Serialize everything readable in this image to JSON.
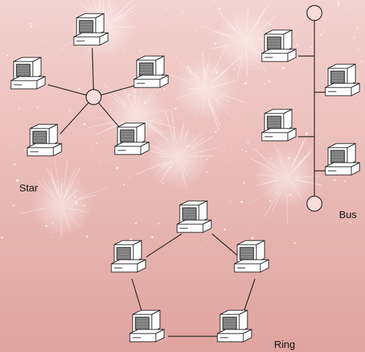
{
  "background": {
    "top_color": "#f3d2cf",
    "bottom_color": "#e0a4a0",
    "spark_color": "#ffffff"
  },
  "colors": {
    "line": "#1a1a1a",
    "computer_body": "#ffffff",
    "screen_fill": "#7a7a7a"
  },
  "labels": {
    "star": "Star",
    "bus": "Bus",
    "ring": "Ring"
  },
  "topologies": [
    {
      "name": "star",
      "computers": 5,
      "connector": "hub"
    },
    {
      "name": "bus",
      "computers": 4,
      "connector": "backbone-with-terminators"
    },
    {
      "name": "ring",
      "computers": 5,
      "connector": "closed-loop"
    }
  ],
  "icons": {
    "computer": "computer-icon",
    "hub": "hub-icon",
    "terminator": "terminator-icon"
  }
}
